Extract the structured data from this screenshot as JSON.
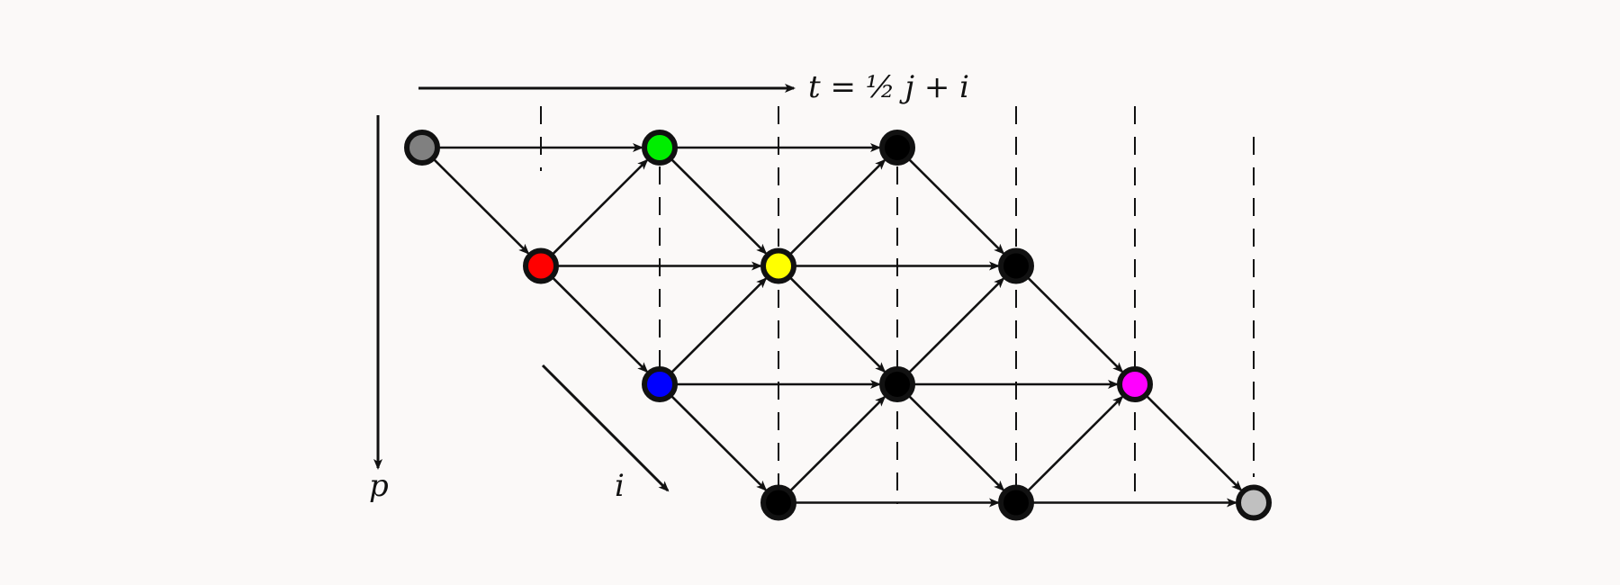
{
  "labels": {
    "t_axis": "t = ½ j + i",
    "p_axis": "p",
    "i_axis": "i"
  },
  "colors": {
    "background": "#fbf9f8",
    "edge": "#111111",
    "node_stroke": "#111111"
  },
  "nodes": [
    {
      "id": "n00",
      "color": "#808080"
    },
    {
      "id": "n01",
      "color": "#00ee00"
    },
    {
      "id": "n02",
      "color": "#000000"
    },
    {
      "id": "n10",
      "color": "#ff0000"
    },
    {
      "id": "n11",
      "color": "#ffff00"
    },
    {
      "id": "n12",
      "color": "#000000"
    },
    {
      "id": "n20",
      "color": "#0000ff"
    },
    {
      "id": "n21",
      "color": "#000000"
    },
    {
      "id": "n22",
      "color": "#ff00ff"
    },
    {
      "id": "n30",
      "color": "#000000"
    },
    {
      "id": "n31",
      "color": "#000000"
    },
    {
      "id": "n32",
      "color": "#c0c0c0"
    }
  ]
}
